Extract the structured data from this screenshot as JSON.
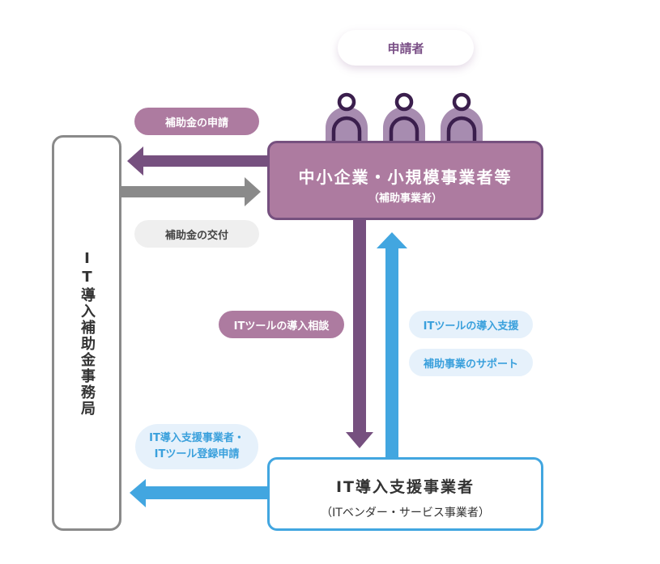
{
  "applicant": {
    "label": "申請者"
  },
  "office": {
    "label": "IT導入補助金事務局"
  },
  "sme": {
    "title": "中小企業・小規模事業者等",
    "subtitle": "（補助事業者）"
  },
  "vendor": {
    "title": "IT導入支援事業者",
    "subtitle": "（ITベンダー・サービス事業者）"
  },
  "labels": {
    "subsidy_application": "補助金の申請",
    "subsidy_grant": "補助金の交付",
    "it_tool_consultation": "ITツールの導入相談",
    "it_tool_support": "ITツールの導入支援",
    "project_support": "補助事業のサポート",
    "vendor_registration_line1": "IT導入支援事業者・",
    "vendor_registration_line2": "ITツール登録申請"
  },
  "colors": {
    "purple": "#ad7ba0",
    "purple_dark": "#76507f",
    "person_dark": "#3b1f4d",
    "person_fill": "#a78cb0",
    "gray_arrow": "#8a8a8a",
    "blue": "#42a6e0",
    "blue_light": "#e6f1fb"
  },
  "persons": [
    "person-1",
    "person-2",
    "person-3"
  ]
}
